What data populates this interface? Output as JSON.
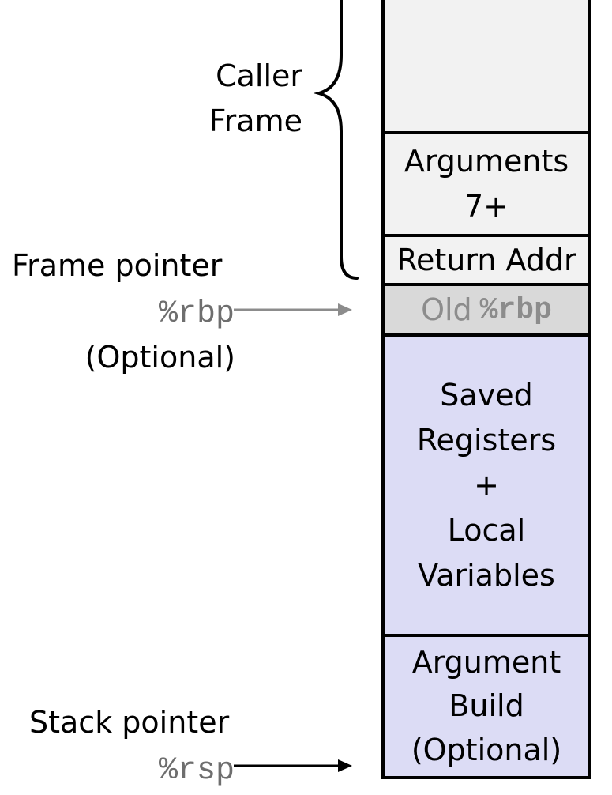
{
  "caller_frame": {
    "line1": "Caller",
    "line2": "Frame"
  },
  "stack": {
    "arguments_line1": "Arguments",
    "arguments_line2": "7+",
    "return_addr": "Return Addr",
    "old_rbp_prefix": "Old",
    "old_rbp_pct": "%",
    "old_rbp_reg": "rbp",
    "saved_line1": "Saved",
    "saved_line2": "Registers",
    "saved_line3": "+",
    "saved_line4": "Local",
    "saved_line5": "Variables",
    "argbuild_line1": "Argument",
    "argbuild_line2": "Build",
    "argbuild_line3": "(Optional)"
  },
  "frame_pointer": {
    "label": "Frame pointer",
    "register": "%rbp",
    "optional": "(Optional)"
  },
  "stack_pointer": {
    "label": "Stack pointer",
    "register": "%rsp"
  },
  "colors": {
    "caller_fill": "#f2f2f2",
    "old_rbp_fill": "#d9d9d9",
    "callee_fill": "#dcdcf5",
    "rbp_arrow": "#8c8c8c",
    "rsp_arrow": "#000000"
  }
}
